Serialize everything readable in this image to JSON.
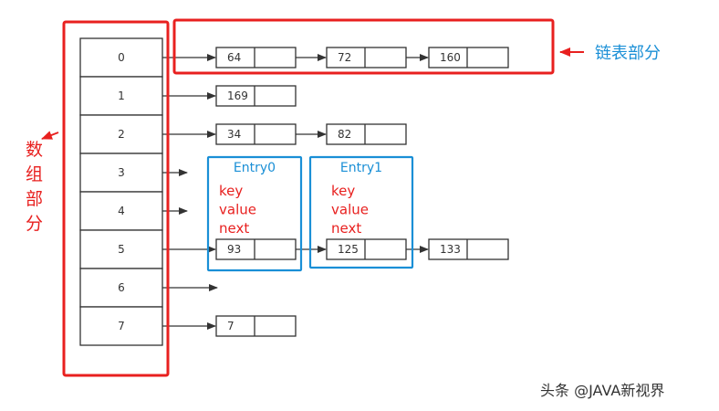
{
  "labels": {
    "linked_list_part": "链表部分",
    "array_part": [
      "数",
      "组",
      "部",
      "分"
    ],
    "watermark": "头条 @JAVA新视界"
  },
  "array": {
    "indices": [
      "0",
      "1",
      "2",
      "3",
      "4",
      "5",
      "6",
      "7"
    ]
  },
  "lists": [
    {
      "bucket": 0,
      "nodes": [
        "64",
        "72",
        "160"
      ]
    },
    {
      "bucket": 1,
      "nodes": [
        "169"
      ]
    },
    {
      "bucket": 2,
      "nodes": [
        "34",
        "82"
      ]
    },
    {
      "bucket": 3,
      "nodes": []
    },
    {
      "bucket": 4,
      "nodes": []
    },
    {
      "bucket": 5,
      "nodes": [
        "93",
        "125",
        "133"
      ]
    },
    {
      "bucket": 6,
      "nodes": []
    },
    {
      "bucket": 7,
      "nodes": [
        "7"
      ]
    }
  ],
  "entries": [
    {
      "title": "Entry0",
      "fields": [
        "key",
        "value",
        "next"
      ]
    },
    {
      "title": "Entry1",
      "fields": [
        "key",
        "value",
        "next"
      ]
    }
  ],
  "colors": {
    "highlight_red": "#e8201f",
    "entry_blue": "#1a8fd6",
    "label_blue": "#1a8fd6",
    "line": "#333333"
  }
}
